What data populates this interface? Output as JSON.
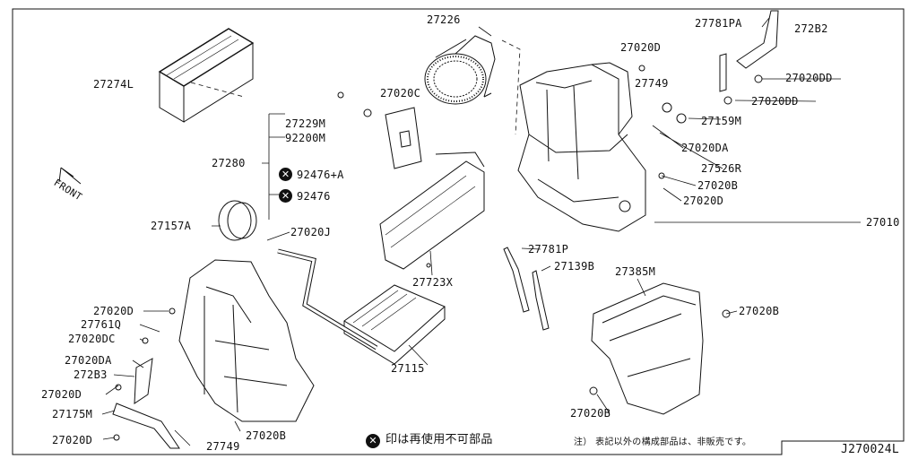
{
  "diagram_id": "J270024L",
  "front_label": "FRONT",
  "not_reusable_legend": "印は再使用不可部品",
  "note": "注） 表記以外の構成部品は、非販売です。",
  "not_reusable_symbol": "x-circle-icon",
  "part_labels": {
    "p27226": "27226",
    "p27781PA": "27781PA",
    "p272B2": "272B2",
    "p27020D_top": "27020D",
    "p27020DD_1": "27020DD",
    "p27020DD_2": "27020DD",
    "p27749_top": "27749",
    "p27159M": "27159M",
    "p27020DA_right": "27020DA",
    "p27526R": "27526R",
    "p27020B_right": "27020B",
    "p27020D_right": "27020D",
    "p27010": "27010",
    "p27274L": "27274L",
    "p27020C": "27020C",
    "p27229M": "27229M",
    "p92200M": "92200M",
    "p27280": "27280",
    "p92476A": "92476+A",
    "p92476": "92476",
    "p27157A": "27157A",
    "p27020J": "27020J",
    "p27781P": "27781P",
    "p27139B": "27139B",
    "p27723X": "27723X",
    "p27385M": "27385M",
    "p27020B_mid": "27020B",
    "p27020D_left": "27020D",
    "p27761Q": "27761Q",
    "p27020DC": "27020DC",
    "p27020DA_left": "27020DA",
    "p272B3": "272B3",
    "p27020D_left2": "27020D",
    "p27175M": "27175M",
    "p27020D_left3": "27020D",
    "p27115": "27115",
    "p27749_bottom": "27749",
    "p27020B_bottom": "27020B",
    "p27020B_lowright": "27020B"
  }
}
